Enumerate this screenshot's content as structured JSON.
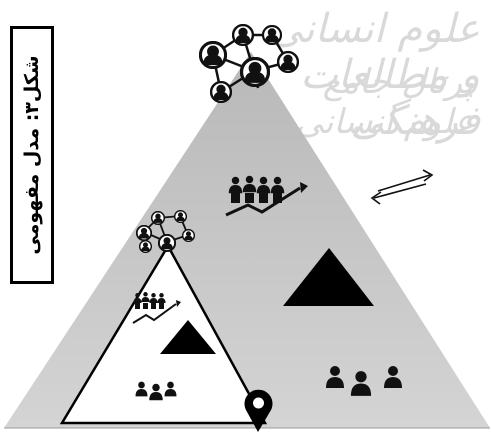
{
  "figure": {
    "caption": "شکل۳: مدل مفهومی"
  },
  "watermark": {
    "line1": "علوم انسانی و مطالعات فرهنگی",
    "line2": "پرتال جامع علوم انسانی"
  },
  "icons": {
    "large_top_network": "network-icon",
    "large_growth": "team-growth-icon",
    "large_people": "people-group-icon",
    "large_level_triangle": "triangle-icon",
    "exchange_arrows": "bidirectional-arrows-icon",
    "small_network": "network-icon",
    "small_growth": "team-growth-icon",
    "small_people": "people-group-icon",
    "small_level_triangle": "triangle-icon",
    "location_pin": "location-pin-icon"
  },
  "colors": {
    "outer_pyramid": "#c3c3c3",
    "inner_pyramid": "#ffffff",
    "icon_fill": "#111111"
  }
}
